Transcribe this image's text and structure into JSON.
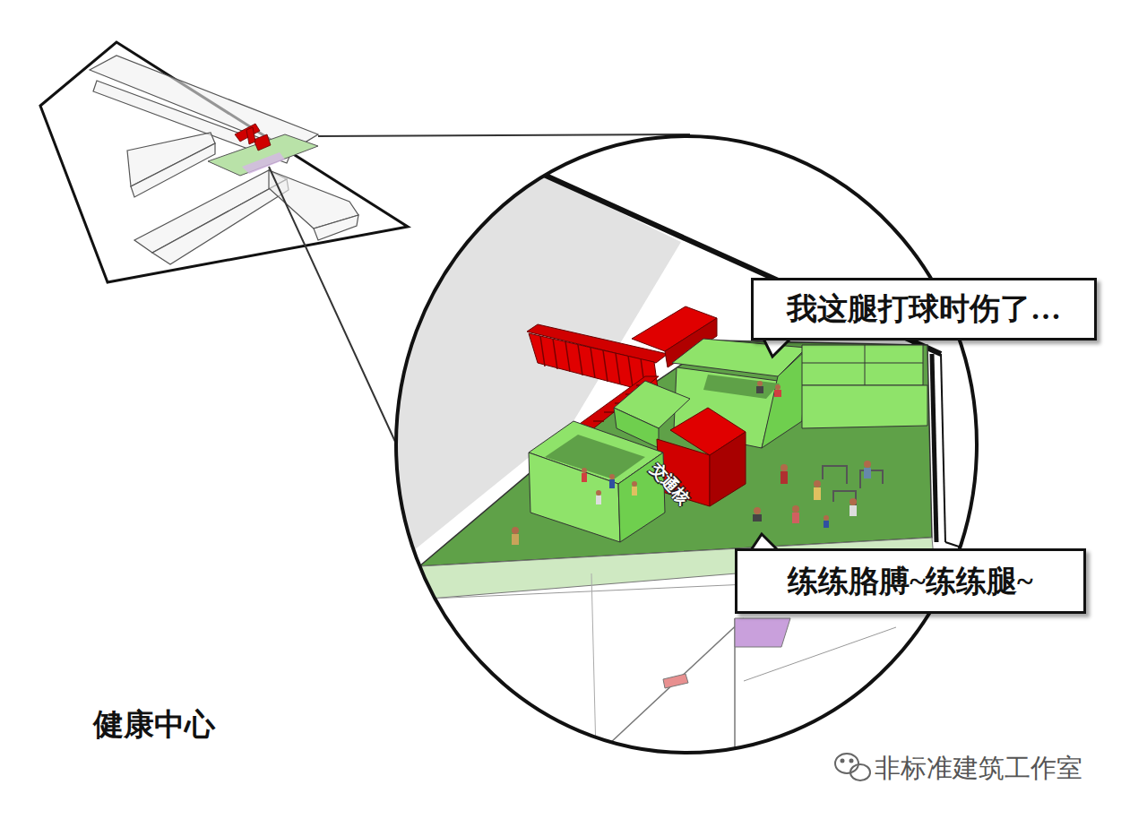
{
  "diagram": {
    "title": "健康中心",
    "nodes": [
      {
        "text": [
          "我这腿打球时伤了…"
        ]
      },
      {
        "text": [
          "交通核"
        ]
      },
      {
        "text": [
          "练练胳膊~练练腿~"
        ]
      }
    ],
    "labels": [
      "非标准建筑工作室"
    ]
  }
}
